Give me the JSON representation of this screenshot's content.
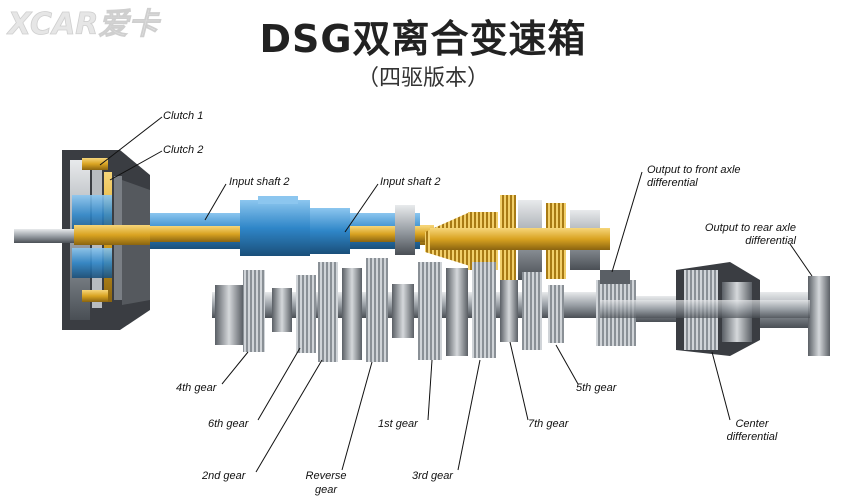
{
  "watermark": "XCAR爱卡",
  "title": "DSG双离合变速箱",
  "subtitle": "（四驱版本）",
  "labels": {
    "clutch1": "Clutch 1",
    "clutch2": "Clutch 2",
    "input_shaft_2a": "Input shaft 2",
    "input_shaft_2b": "Input shaft 2",
    "output_front_1": "Output to front axle",
    "output_front_2": "differential",
    "output_rear_1": "Output to rear axle",
    "output_rear_2": "differential",
    "gear4": "4th gear",
    "gear6": "6th gear",
    "gear2": "2nd gear",
    "reverse_1": "Reverse",
    "reverse_2": "gear",
    "gear1": "1st gear",
    "gear3": "3rd gear",
    "gear7": "7th gear",
    "gear5": "5th gear",
    "center_1": "Center",
    "center_2": "differential"
  },
  "colors": {
    "shaft_gold": "#d9a321",
    "shaft_blue": "#2f86c8",
    "steel": "#9aa0a6",
    "dark_steel": "#4a4f55"
  }
}
